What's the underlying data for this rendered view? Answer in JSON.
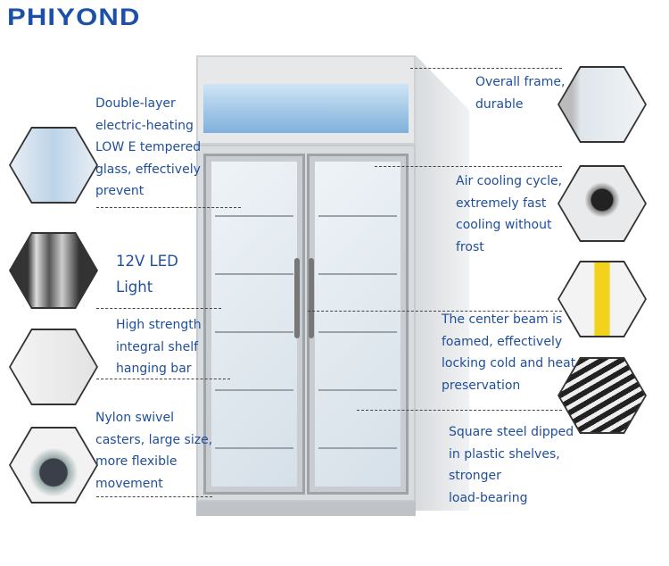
{
  "brand": {
    "logo": "PHIYOND"
  },
  "left_features": [
    {
      "lines": [
        "Double-layer",
        "electric-heating",
        "LOW E tempered",
        "glass, effectively",
        "prevent"
      ]
    },
    {
      "lines": [
        "12V LED",
        "Light"
      ]
    },
    {
      "lines": [
        "High strength",
        "integral shelf",
        "hanging bar"
      ]
    },
    {
      "lines": [
        "Nylon swivel",
        "casters, large size,",
        "more flexible",
        "movement"
      ]
    }
  ],
  "right_features": [
    {
      "lines": [
        "Overall frame,",
        "durable"
      ]
    },
    {
      "lines": [
        "Air cooling cycle,",
        "extremely fast",
        "cooling without",
        "frost"
      ]
    },
    {
      "lines": [
        "The center beam is",
        "foamed, effectively",
        "locking cold and heat",
        "preservation"
      ]
    },
    {
      "lines": [
        "Square steel dipped",
        "in plastic shelves,",
        "stronger",
        "load-bearing"
      ]
    }
  ],
  "colors": {
    "text": "#1f4e9a",
    "logo": "#1b4fa8"
  }
}
